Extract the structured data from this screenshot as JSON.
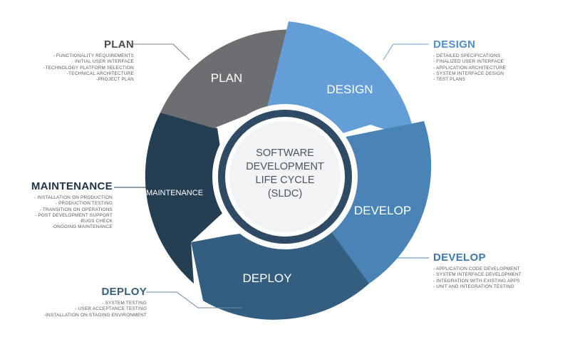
{
  "center": {
    "lines": [
      "SOFTWARE",
      "DEVELOPMENT",
      "LIFE CYCLE",
      "(SLDC)"
    ]
  },
  "segments": [
    {
      "id": "plan",
      "label": "PLAN",
      "color": "#6c6e71"
    },
    {
      "id": "design",
      "label": "DESIGN",
      "color": "#649ed6"
    },
    {
      "id": "develop",
      "label": "DEVELOP",
      "color": "#4a83b5"
    },
    {
      "id": "deploy",
      "label": "DEPLOY",
      "color": "#345e80"
    },
    {
      "id": "maintenance",
      "label": "MAINTENANCE",
      "color": "#243e52"
    }
  ],
  "blocks": {
    "plan": {
      "title": "PLAN",
      "color": "#4b4d50",
      "items": [
        "- FUNCTIONALITY REQUIREMENTS",
        "- INITIAL USER INTERFACE",
        "-TECHNOLOGY PLATFORM SELECTION",
        "-TECHNICAL ARCHITECTURE",
        "-PROJECT PLAN"
      ]
    },
    "design": {
      "title": "DESIGN",
      "color": "#4d90d0",
      "items": [
        "- DETAILED SPECIFICATIONS",
        "- FINALIZED USER INTERFACE",
        "- APPLICATION ARCHITECTURE",
        "- SYSTEM INTERFACE DESIGN",
        "- TEST PLANS"
      ]
    },
    "develop": {
      "title": "DEVELOP",
      "color": "#3e78ab",
      "items": [
        "- APPLICATION CODE DEVELOPMENT",
        "- SYSTEM INTERFACE DEVELOPMENT",
        "- INTEGRATION WITH EXISTING APPS",
        "- UNIT AND INTEGRATION TESTING"
      ]
    },
    "deploy": {
      "title": "DEPLOY",
      "color": "#345e80",
      "items": [
        "- SYSTEM TESTING",
        "- USER ACCEPTANCE TESTING",
        "-INSTALLATION ON STAGING ENVIRONMENT"
      ]
    },
    "maintenance": {
      "title": "MAINTENANCE",
      "color": "#1f3446",
      "items": [
        "- INSTALLATION ON PRODUCTION",
        "- PRODUCTION TESTING",
        "- TRANSITION ON OPERATIONS",
        "- POST DEVELOPMENT SUPPORT",
        "-BUGS CHECK",
        "-ONGOING MAINTENANCE"
      ]
    }
  }
}
